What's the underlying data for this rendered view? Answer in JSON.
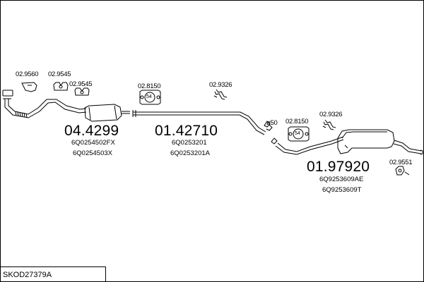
{
  "diagram": {
    "references": {
      "bracket_front": "02.9560",
      "clamp_front_a": "02.9545",
      "clamp_front_b": "02.9545",
      "hanger_center": "02.8150",
      "clip_center": "02.9326",
      "pipe_diameter": "ø50",
      "hanger_rear": "02.8150",
      "clip_rear": "02.9326",
      "hanger_tail": "02.9551",
      "hanger_center_number": "54",
      "hanger_rear_number": "54"
    },
    "parts": {
      "front": {
        "number": "04.4299",
        "oem": [
          "6Q0254502FX",
          "6Q0254503X"
        ]
      },
      "middle": {
        "number": "01.42710",
        "oem": [
          "6Q0253201",
          "6Q0253201A"
        ]
      },
      "rear": {
        "number": "01.97920",
        "oem": [
          "6Q9253609AE",
          "6Q9253609T"
        ]
      }
    }
  },
  "footer": {
    "code": "SKOD27379A"
  },
  "colors": {
    "line": "#000000",
    "background": "#ffffff"
  }
}
